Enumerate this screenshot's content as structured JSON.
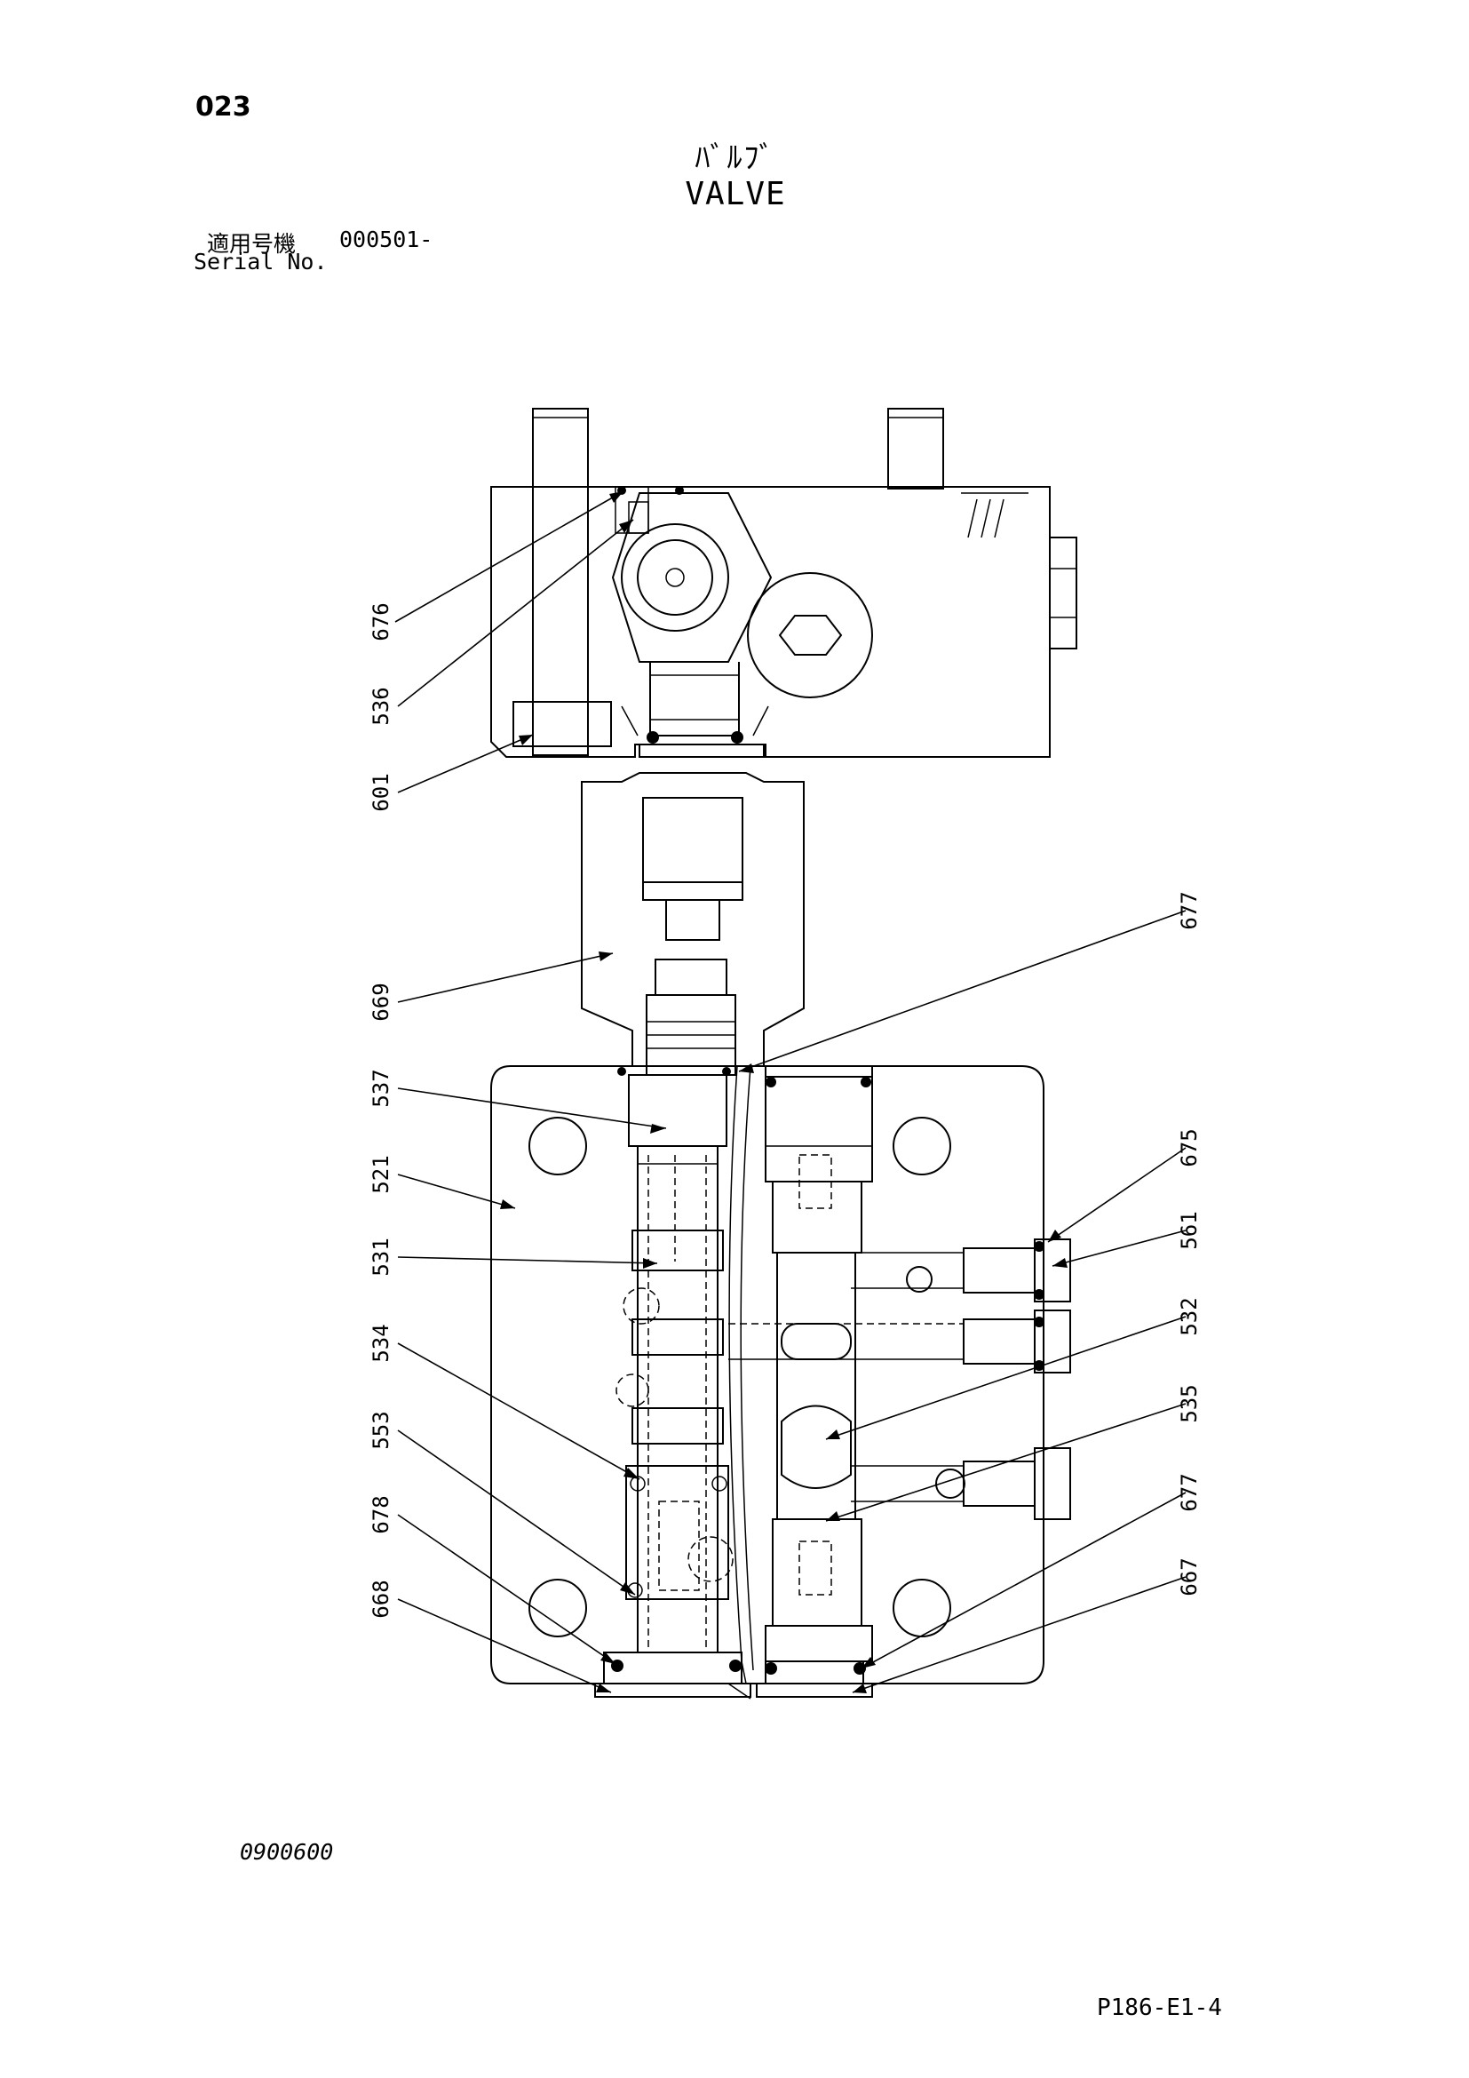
{
  "header": {
    "page_number": "023",
    "title_japanese": "ﾊﾞﾙﾌﾞ",
    "title_english": "VALVE",
    "serial_label_japanese": "適用号機",
    "serial_value": "000501-",
    "serial_label_english": "Serial No."
  },
  "diagram": {
    "part_labels": [
      {
        "id": "676"
      },
      {
        "id": "536"
      },
      {
        "id": "601"
      },
      {
        "id": "669"
      },
      {
        "id": "537"
      },
      {
        "id": "521"
      },
      {
        "id": "531"
      },
      {
        "id": "534"
      },
      {
        "id": "553"
      },
      {
        "id": "678"
      },
      {
        "id": "668"
      },
      {
        "id": "677"
      },
      {
        "id": "675"
      },
      {
        "id": "561"
      },
      {
        "id": "532"
      },
      {
        "id": "535"
      },
      {
        "id": "677"
      },
      {
        "id": "667"
      }
    ]
  },
  "footer": {
    "drawing_number": "0900600",
    "sheet_reference": "P186-E1-4"
  },
  "colors": {
    "line": "#000000",
    "background": "#ffffff"
  }
}
